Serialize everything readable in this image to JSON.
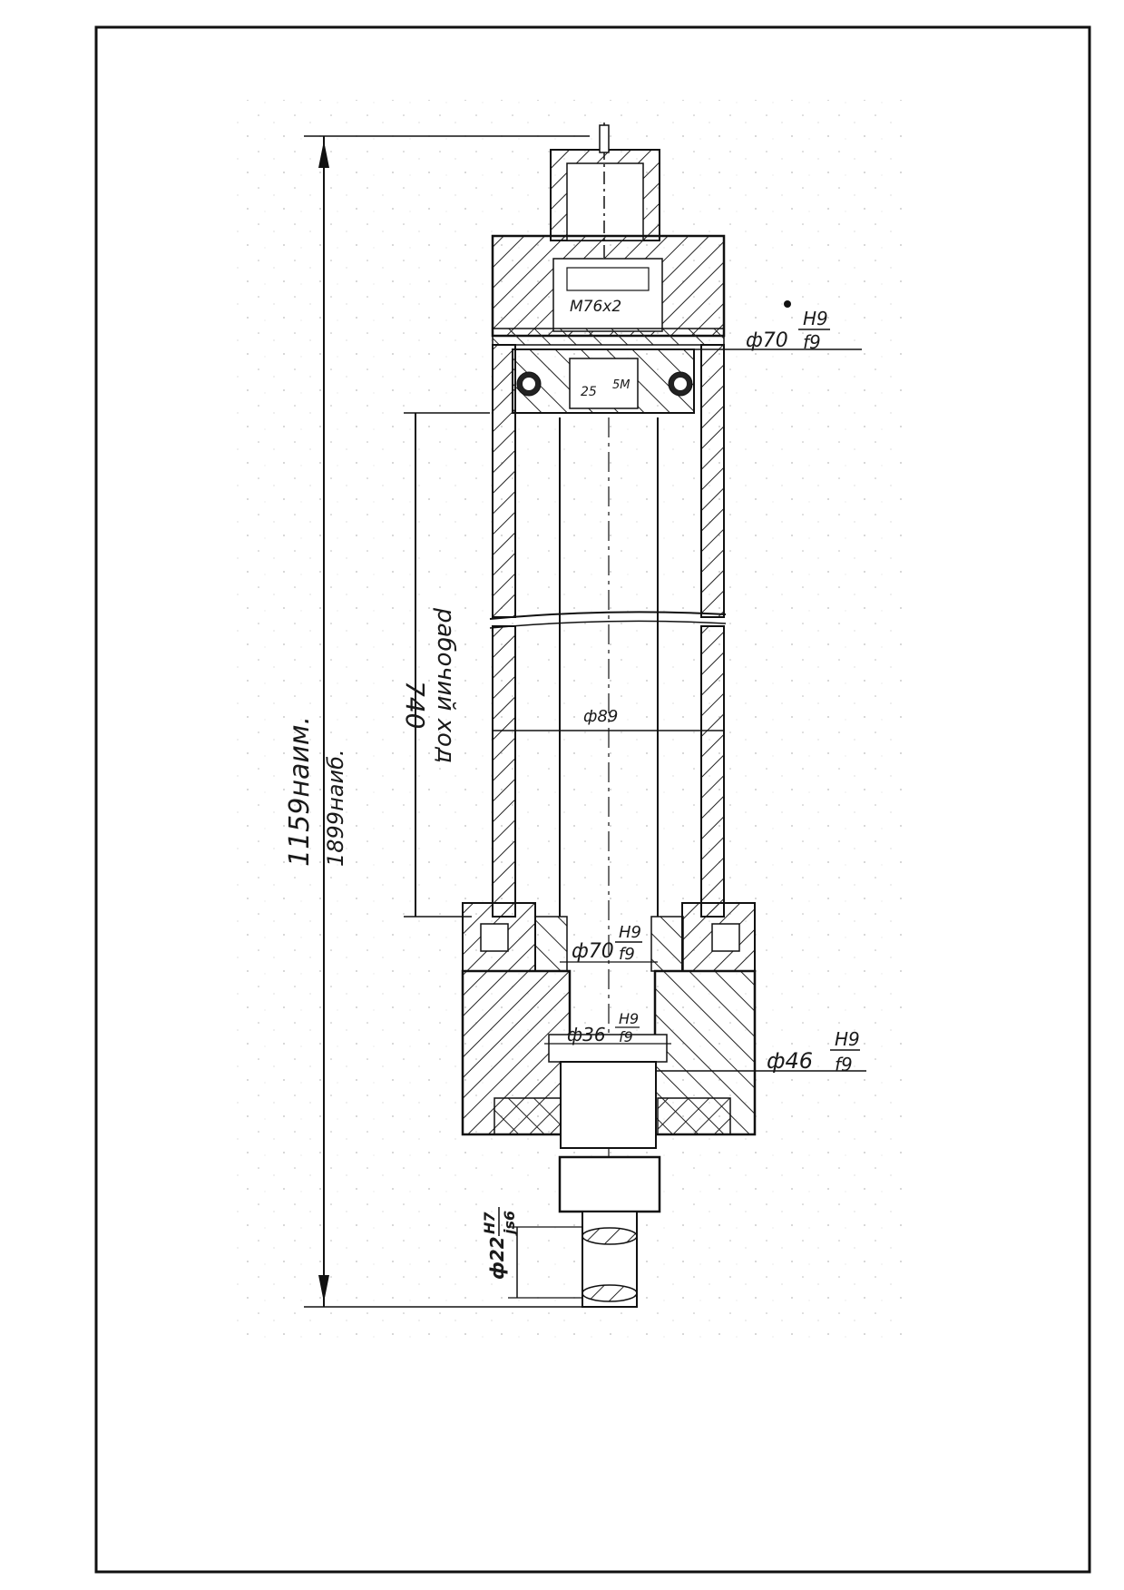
{
  "drawing": {
    "labels": {
      "thread": "M76x2",
      "phi70_top": "ф70",
      "h9_top": "H9",
      "f9_top": "f9",
      "inner_small": "25",
      "inner_small_b": "5М",
      "stroke_value": "740",
      "stroke_word": "рабочий ход",
      "overall_min": "1159наим.",
      "overall_max": "1899наиб.",
      "phi89": "ф89",
      "phi70_mid": "ф70",
      "h9_mid": "H9",
      "f9_mid": "f9",
      "phi36": "ф36",
      "h9_36": "H9",
      "f9_36": "f9",
      "phi46": "ф46",
      "h9_46": "H9",
      "f9_46": "f9",
      "phi22": "ф22",
      "h7_22": "H7",
      "s6_22": "js6"
    }
  }
}
